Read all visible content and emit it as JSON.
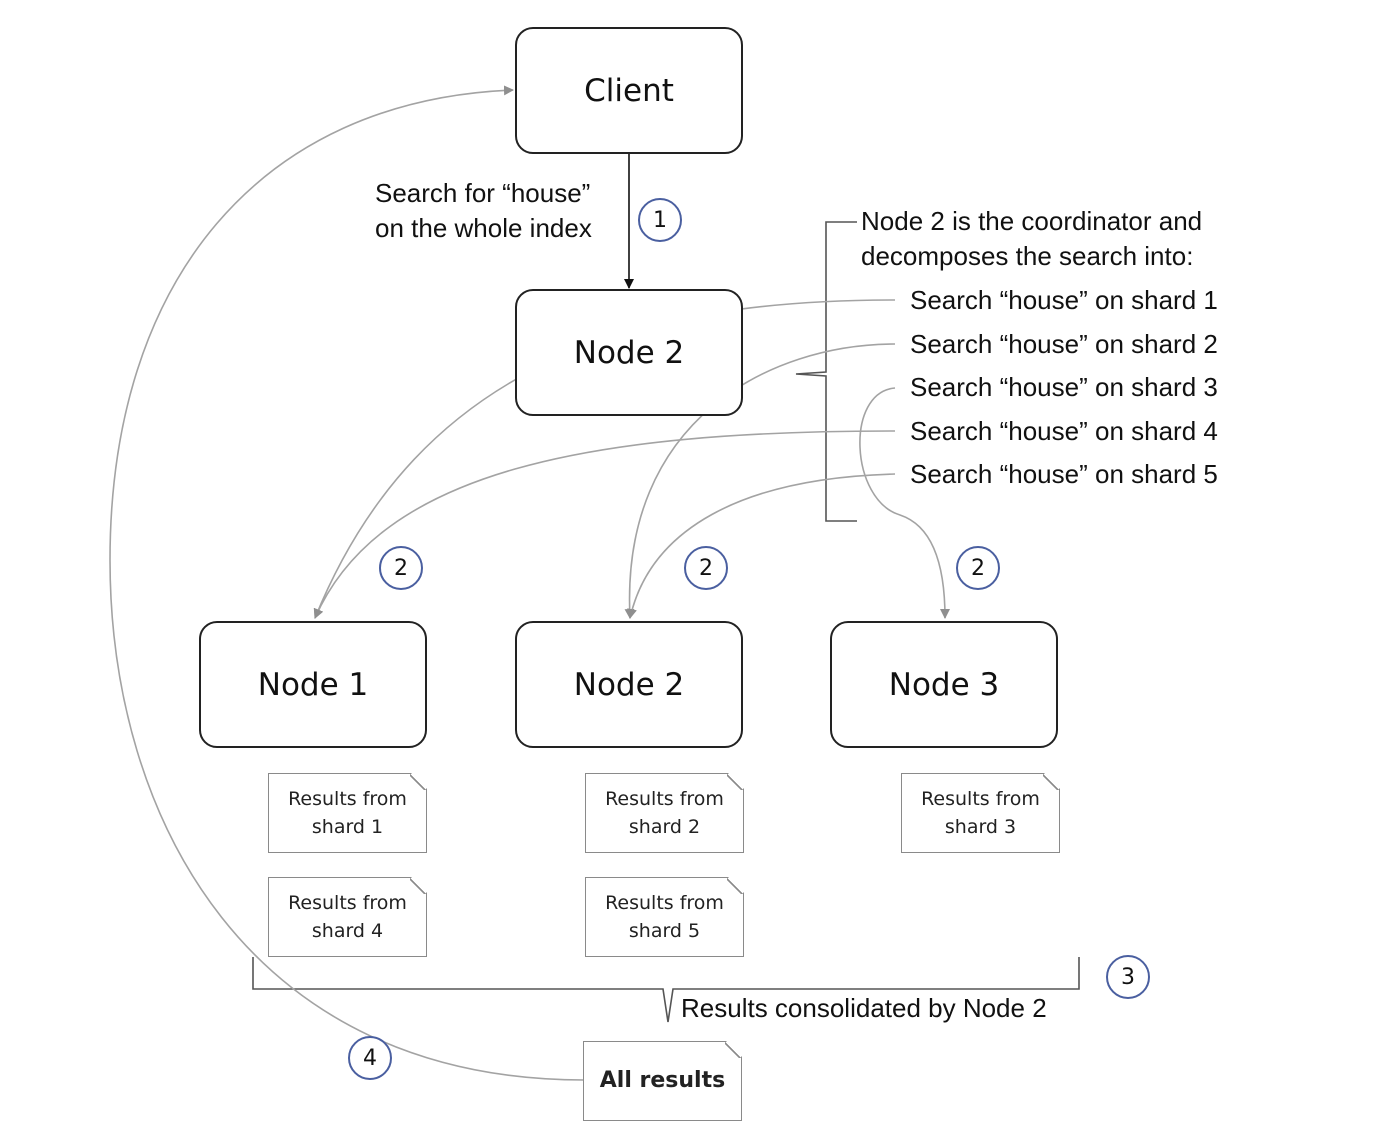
{
  "nodes": {
    "client": "Client",
    "coordinator": "Node 2",
    "node1": "Node 1",
    "node2": "Node 2",
    "node3": "Node 3"
  },
  "search_request": {
    "line1": "Search for “house”",
    "line2": "on the whole index"
  },
  "coordinator_note": {
    "line1": "Node 2 is the coordinator and",
    "line2": "decomposes the search into:"
  },
  "shard_searches": [
    "Search “house” on shard 1",
    "Search “house” on shard 2",
    "Search “house” on shard 3",
    "Search “house” on shard 4",
    "Search “house” on shard 5"
  ],
  "results": [
    {
      "line1": "Results from",
      "line2": "shard 1"
    },
    {
      "line1": "Results from",
      "line2": "shard 2"
    },
    {
      "line1": "Results from",
      "line2": "shard 3"
    },
    {
      "line1": "Results from",
      "line2": "shard 4"
    },
    {
      "line1": "Results from",
      "line2": "shard 5"
    }
  ],
  "consolidated_label": "Results consolidated by Node 2",
  "all_results": "All results",
  "steps": {
    "step1": "1",
    "step2a": "2",
    "step2b": "2",
    "step2c": "2",
    "step3": "3",
    "step4": "4"
  },
  "colors": {
    "box_border": "#222222",
    "arrow": "#9a9a9a",
    "step_circle": "#4a5fa0"
  }
}
